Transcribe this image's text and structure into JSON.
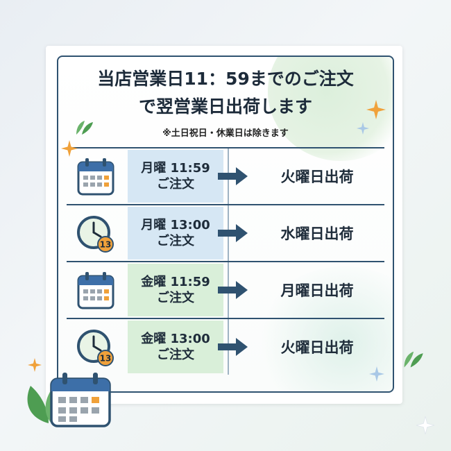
{
  "title_line1": "当店営業日11：59までのご注文",
  "title_line2": "で翌営業日出荷します",
  "note": "※土日祝日・休業日は除きます",
  "rows": [
    {
      "day": "月曜 11:59",
      "order": "ご注文",
      "ship": "火曜日出荷",
      "icon": "calendar-icon",
      "shade": "blue"
    },
    {
      "day": "月曜 13:00",
      "order": "ご注文",
      "ship": "水曜日出荷",
      "icon": "clock-icon",
      "badge": "13",
      "shade": "blue"
    },
    {
      "day": "金曜 11:59",
      "order": "ご注文",
      "ship": "月曜日出荷",
      "icon": "calendar-icon",
      "shade": "green"
    },
    {
      "day": "金曜 13:00",
      "order": "ご注文",
      "ship": "火曜日出荷",
      "icon": "clock-icon",
      "badge": "13",
      "shade": "green"
    }
  ],
  "colors": {
    "frame": "#2f5270",
    "label_blue": "#d6e7f4",
    "label_green": "#d9efd9",
    "accent_orange": "#f0a13a",
    "leaf_green": "#5aa85a"
  }
}
